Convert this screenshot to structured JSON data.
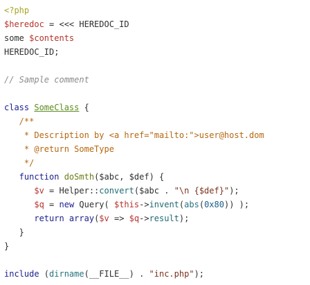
{
  "code": {
    "lines": [
      [
        {
          "t": "tag",
          "v": "<?php"
        }
      ],
      [
        {
          "t": "var",
          "v": "$heredoc"
        },
        {
          "t": "op",
          "v": " = <<< HEREDOC_ID"
        }
      ],
      [
        {
          "t": "plain",
          "v": "some "
        },
        {
          "t": "var",
          "v": "$contents"
        }
      ],
      [
        {
          "t": "plain",
          "v": "HEREDOC_ID;"
        }
      ],
      [],
      [
        {
          "t": "comment",
          "v": "// Sample comment"
        }
      ],
      [],
      [
        {
          "t": "kw",
          "v": "class "
        },
        {
          "t": "cls",
          "v": "SomeClass"
        },
        {
          "t": "op",
          "v": " {"
        }
      ],
      [
        {
          "t": "doc",
          "v": "   /**"
        }
      ],
      [
        {
          "t": "doc",
          "v": "    * Description by <a href=\"mailto:\">user@host.dom"
        }
      ],
      [
        {
          "t": "doc",
          "v": "    * @return SomeType"
        }
      ],
      [
        {
          "t": "doc",
          "v": "    */"
        }
      ],
      [
        {
          "t": "kw",
          "v": "   function "
        },
        {
          "t": "fndef",
          "v": "doSmth"
        },
        {
          "t": "op",
          "v": "("
        },
        {
          "t": "plain",
          "v": "$abc"
        },
        {
          "t": "op",
          "v": ", "
        },
        {
          "t": "plain",
          "v": "$def"
        },
        {
          "t": "op",
          "v": ") {"
        }
      ],
      [
        {
          "t": "plain",
          "v": "      "
        },
        {
          "t": "var",
          "v": "$v"
        },
        {
          "t": "op",
          "v": " = Helper::"
        },
        {
          "t": "fn",
          "v": "convert"
        },
        {
          "t": "op",
          "v": "("
        },
        {
          "t": "plain",
          "v": "$abc"
        },
        {
          "t": "op",
          "v": " . "
        },
        {
          "t": "str",
          "v": "\"\\n {$def}\""
        },
        {
          "t": "op",
          "v": ");"
        }
      ],
      [
        {
          "t": "plain",
          "v": "      "
        },
        {
          "t": "var",
          "v": "$q"
        },
        {
          "t": "op",
          "v": " = "
        },
        {
          "t": "kw",
          "v": "new"
        },
        {
          "t": "op",
          "v": " Query( "
        },
        {
          "t": "var",
          "v": "$this"
        },
        {
          "t": "op",
          "v": "->"
        },
        {
          "t": "fn",
          "v": "invent"
        },
        {
          "t": "op",
          "v": "("
        },
        {
          "t": "builtin",
          "v": "abs"
        },
        {
          "t": "op",
          "v": "("
        },
        {
          "t": "num",
          "v": "0x80"
        },
        {
          "t": "op",
          "v": ")) );"
        }
      ],
      [
        {
          "t": "plain",
          "v": "      "
        },
        {
          "t": "kw",
          "v": "return array"
        },
        {
          "t": "op",
          "v": "("
        },
        {
          "t": "var",
          "v": "$v"
        },
        {
          "t": "op",
          "v": " => "
        },
        {
          "t": "var",
          "v": "$q"
        },
        {
          "t": "op",
          "v": "->"
        },
        {
          "t": "fn",
          "v": "result"
        },
        {
          "t": "op",
          "v": ");"
        }
      ],
      [
        {
          "t": "op",
          "v": "   }"
        }
      ],
      [
        {
          "t": "op",
          "v": "}"
        }
      ],
      [],
      [
        {
          "t": "kw",
          "v": "include "
        },
        {
          "t": "op",
          "v": "("
        },
        {
          "t": "builtin",
          "v": "dirname"
        },
        {
          "t": "op",
          "v": "(__FILE__) . "
        },
        {
          "t": "str",
          "v": "\"inc.php\""
        },
        {
          "t": "op",
          "v": ");"
        }
      ]
    ]
  }
}
